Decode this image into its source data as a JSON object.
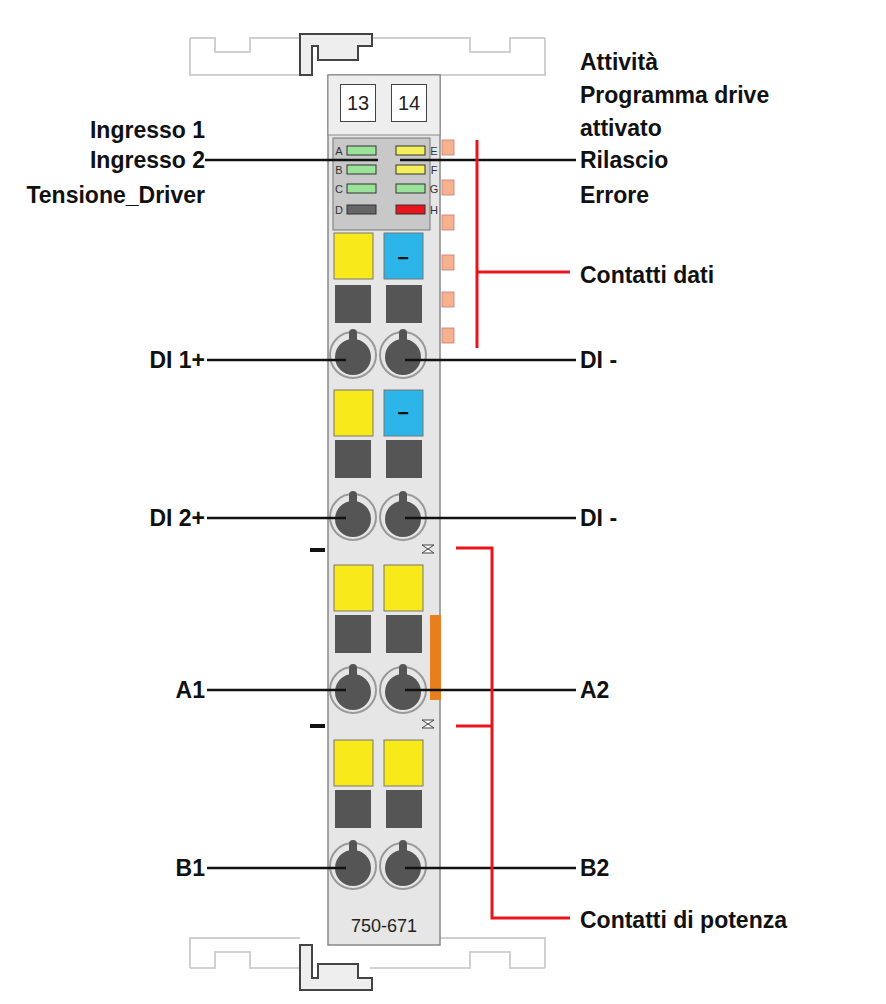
{
  "diagram": {
    "nodes": [
      {
        "text": [
          "13"
        ]
      },
      {
        "text": [
          "14"
        ]
      }
    ],
    "labels": [
      "Attività",
      "Programma drive attivato",
      "Ingresso 1",
      "Ingresso 2",
      "Rilascio",
      "Tensione_Driver",
      "Errore",
      "A",
      "B",
      "C",
      "D",
      "E",
      "F",
      "G",
      "H",
      "−",
      "Contatti dati",
      "DI 1+",
      "DI -",
      "−",
      "DI 2+",
      "DI -",
      "A1",
      "A2",
      "B1",
      "B2",
      "750-671",
      "Contatti di potenza"
    ]
  }
}
